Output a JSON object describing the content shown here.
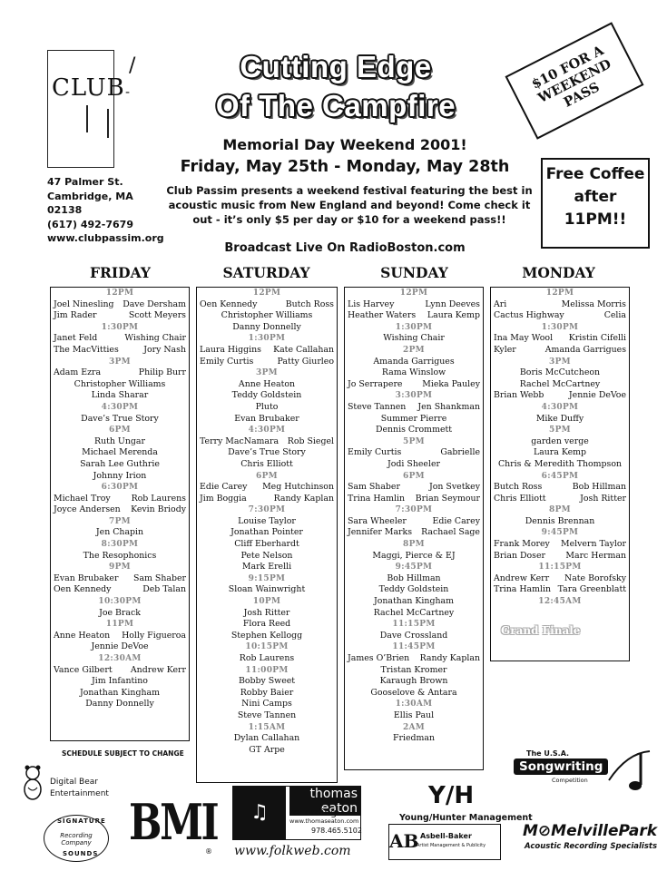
{
  "club": {
    "logo_text": "CLUB",
    "address_lines": [
      "47 Palmer St.",
      "Cambridge, MA",
      "02138",
      "(617) 492-7679",
      "www.clubpassim.org"
    ]
  },
  "header": {
    "title_line1": "Cutting Edge",
    "title_line2": "Of The Campfire",
    "event": "Memorial Day Weekend 2001!",
    "dates": "Friday, May 25th - Monday, May 28th",
    "blurb": "Club Passim presents a weekend festival featuring  the best in acoustic music from New England and beyond!  Come check it out - it’s only $5 per day or $10 for a weekend pass!!",
    "broadcast": "Broadcast Live On RadioBoston.com"
  },
  "stamp": {
    "line1": "$10 FOR A",
    "line2": "WEEKEND",
    "line3": "PASS"
  },
  "coffee": {
    "line1": "Free Coffee",
    "line2": "after",
    "line3": "11PM!!"
  },
  "days": [
    {
      "name": "FRIDAY",
      "lines": [
        {
          "k": "t",
          "a": "12PM"
        },
        {
          "k": "p",
          "a": "Joel Ninesling",
          "b": "Dave Dersham"
        },
        {
          "k": "p",
          "a": "Jim Rader",
          "b": "Scott Meyers"
        },
        {
          "k": "t",
          "a": "1:30PM"
        },
        {
          "k": "p",
          "a": "Janet Feld",
          "b": "Wishing Chair"
        },
        {
          "k": "p",
          "a": "The MacVitties",
          "b": "Jory Nash"
        },
        {
          "k": "t",
          "a": "3PM"
        },
        {
          "k": "p",
          "a": "Adam Ezra",
          "b": "Philip Burr"
        },
        {
          "k": "c",
          "a": "Christopher Williams"
        },
        {
          "k": "c",
          "a": "Linda Sharar"
        },
        {
          "k": "t",
          "a": "4:30PM"
        },
        {
          "k": "c",
          "a": "Dave’s True Story"
        },
        {
          "k": "t",
          "a": "6PM"
        },
        {
          "k": "c",
          "a": "Ruth Ungar"
        },
        {
          "k": "c",
          "a": "Michael Merenda"
        },
        {
          "k": "c",
          "a": "Sarah Lee Guthrie"
        },
        {
          "k": "c",
          "a": "Johnny Irion"
        },
        {
          "k": "t",
          "a": "6:30PM"
        },
        {
          "k": "p",
          "a": "Michael Troy",
          "b": "Rob Laurens"
        },
        {
          "k": "p",
          "a": "Joyce Andersen",
          "b": "Kevin Briody"
        },
        {
          "k": "t",
          "a": "7PM"
        },
        {
          "k": "c",
          "a": "Jen Chapin"
        },
        {
          "k": "t",
          "a": "8:30PM"
        },
        {
          "k": "c",
          "a": "The Resophonics"
        },
        {
          "k": "t",
          "a": "9PM"
        },
        {
          "k": "p",
          "a": "Evan Brubaker",
          "b": "Sam Shaber"
        },
        {
          "k": "p",
          "a": "Oen Kennedy",
          "b": "Deb Talan"
        },
        {
          "k": "t",
          "a": "10:30PM"
        },
        {
          "k": "c",
          "a": "Joe Brack"
        },
        {
          "k": "t",
          "a": "11PM"
        },
        {
          "k": "p",
          "a": "Anne Heaton",
          "b": "Holly Figueroa"
        },
        {
          "k": "c",
          "a": "Jennie DeVoe"
        },
        {
          "k": "t",
          "a": "12:30AM"
        },
        {
          "k": "p",
          "a": "Vance Gilbert",
          "b": "Andrew Kerr"
        },
        {
          "k": "c",
          "a": "Jim Infantino"
        },
        {
          "k": "c",
          "a": "Jonathan Kingham"
        },
        {
          "k": "c",
          "a": "Danny Donnelly"
        }
      ]
    },
    {
      "name": "SATURDAY",
      "lines": [
        {
          "k": "t",
          "a": "12PM"
        },
        {
          "k": "p",
          "a": "Oen Kennedy",
          "b": "Butch Ross"
        },
        {
          "k": "c",
          "a": "Christopher Williams"
        },
        {
          "k": "c",
          "a": "Danny Donnelly"
        },
        {
          "k": "t",
          "a": "1:30PM"
        },
        {
          "k": "p",
          "a": "Laura Higgins",
          "b": "Kate Callahan"
        },
        {
          "k": "p",
          "a": "Emily Curtis",
          "b": "Patty Giurleo"
        },
        {
          "k": "t",
          "a": "3PM"
        },
        {
          "k": "c",
          "a": "Anne Heaton"
        },
        {
          "k": "c",
          "a": "Teddy Goldstein"
        },
        {
          "k": "c",
          "a": "Pluto"
        },
        {
          "k": "c",
          "a": "Evan Brubaker"
        },
        {
          "k": "t",
          "a": "4:30PM"
        },
        {
          "k": "p",
          "a": "Terry MacNamara",
          "b": "Rob Siegel"
        },
        {
          "k": "c",
          "a": "Dave’s True Story"
        },
        {
          "k": "c",
          "a": "Chris Elliott"
        },
        {
          "k": "t",
          "a": "6PM"
        },
        {
          "k": "p",
          "a": "Edie Carey",
          "b": "Meg Hutchinson"
        },
        {
          "k": "p",
          "a": "Jim Boggia",
          "b": "Randy Kaplan"
        },
        {
          "k": "t",
          "a": "7:30PM"
        },
        {
          "k": "c",
          "a": "Louise Taylor"
        },
        {
          "k": "c",
          "a": "Jonathan Pointer"
        },
        {
          "k": "c",
          "a": "Cliff Eberhardt"
        },
        {
          "k": "c",
          "a": "Pete Nelson"
        },
        {
          "k": "c",
          "a": "Mark Erelli"
        },
        {
          "k": "t",
          "a": "9:15PM"
        },
        {
          "k": "c",
          "a": "Sloan Wainwright"
        },
        {
          "k": "t",
          "a": "10PM"
        },
        {
          "k": "c",
          "a": "Josh Ritter"
        },
        {
          "k": "c",
          "a": "Flora Reed"
        },
        {
          "k": "c",
          "a": "Stephen Kellogg"
        },
        {
          "k": "t",
          "a": "10:15PM"
        },
        {
          "k": "c",
          "a": "Rob Laurens"
        },
        {
          "k": "t",
          "a": "11:00PM"
        },
        {
          "k": "c",
          "a": "Bobby Sweet"
        },
        {
          "k": "c",
          "a": "Robby Baier"
        },
        {
          "k": "c",
          "a": "Nini Camps"
        },
        {
          "k": "c",
          "a": "Steve Tannen"
        },
        {
          "k": "t",
          "a": "1:15AM"
        },
        {
          "k": "c",
          "a": "Dylan Callahan"
        },
        {
          "k": "c",
          "a": "GT Arpe"
        }
      ]
    },
    {
      "name": "SUNDAY",
      "lines": [
        {
          "k": "t",
          "a": "12PM"
        },
        {
          "k": "p",
          "a": "Lis Harvey",
          "b": "Lynn Deeves"
        },
        {
          "k": "p",
          "a": "Heather Waters",
          "b": "Laura Kemp"
        },
        {
          "k": "t",
          "a": "1:30PM"
        },
        {
          "k": "c",
          "a": "Wishing Chair"
        },
        {
          "k": "t",
          "a": "2PM"
        },
        {
          "k": "c",
          "a": "Amanda Garrigues"
        },
        {
          "k": "c",
          "a": "Rama Winslow"
        },
        {
          "k": "p",
          "a": "Jo Serrapere",
          "b": "Mieka Pauley"
        },
        {
          "k": "t",
          "a": "3:30PM"
        },
        {
          "k": "p",
          "a": "Steve Tannen",
          "b": "Jen Shankman"
        },
        {
          "k": "c",
          "a": "Summer Pierre"
        },
        {
          "k": "c",
          "a": "Dennis Crommett"
        },
        {
          "k": "t",
          "a": "5PM"
        },
        {
          "k": "p",
          "a": "Emily Curtis",
          "b": "Gabrielle"
        },
        {
          "k": "c",
          "a": "Jodi Sheeler"
        },
        {
          "k": "t",
          "a": "6PM"
        },
        {
          "k": "p",
          "a": "Sam Shaber",
          "b": "Jon Svetkey"
        },
        {
          "k": "p",
          "a": "Trina Hamlin",
          "b": "Brian Seymour"
        },
        {
          "k": "t",
          "a": "7:30PM"
        },
        {
          "k": "p",
          "a": "Sara Wheeler",
          "b": "Edie Carey"
        },
        {
          "k": "p",
          "a": "Jennifer Marks",
          "b": "Rachael Sage"
        },
        {
          "k": "t",
          "a": "8PM"
        },
        {
          "k": "c",
          "a": "Maggi, Pierce & EJ"
        },
        {
          "k": "t",
          "a": "9:45PM"
        },
        {
          "k": "c",
          "a": "Bob Hillman"
        },
        {
          "k": "c",
          "a": "Teddy Goldstein"
        },
        {
          "k": "c",
          "a": "Jonathan Kingham"
        },
        {
          "k": "c",
          "a": "Rachel McCartney"
        },
        {
          "k": "t",
          "a": "11:15PM"
        },
        {
          "k": "c",
          "a": "Dave Crossland"
        },
        {
          "k": "t",
          "a": "11:45PM"
        },
        {
          "k": "p",
          "a": "James O’Brien",
          "b": "Randy Kaplan"
        },
        {
          "k": "c",
          "a": "Tristan Kromer"
        },
        {
          "k": "c",
          "a": "Karaugh Brown"
        },
        {
          "k": "c",
          "a": "Gooselove & Antara"
        },
        {
          "k": "t",
          "a": "1:30AM"
        },
        {
          "k": "c",
          "a": "Ellis Paul"
        },
        {
          "k": "t",
          "a": "2AM"
        },
        {
          "k": "c",
          "a": "Friedman"
        }
      ]
    },
    {
      "name": "MONDAY",
      "lines": [
        {
          "k": "t",
          "a": "12PM"
        },
        {
          "k": "p",
          "a": "Ari",
          "b": "Melissa Morris"
        },
        {
          "k": "p",
          "a": "Cactus Highway",
          "b": "Celia"
        },
        {
          "k": "t",
          "a": "1:30PM"
        },
        {
          "k": "p",
          "a": "Ina May Wool",
          "b": "Kristin Cifelli"
        },
        {
          "k": "p",
          "a": "Kyler",
          "b": "Amanda Garrigues"
        },
        {
          "k": "t",
          "a": "3PM"
        },
        {
          "k": "c",
          "a": "Boris McCutcheon"
        },
        {
          "k": "c",
          "a": "Rachel McCartney"
        },
        {
          "k": "p",
          "a": "Brian Webb",
          "b": "Jennie DeVoe"
        },
        {
          "k": "t",
          "a": "4:30PM"
        },
        {
          "k": "c",
          "a": "Mike Duffy"
        },
        {
          "k": "t",
          "a": "5PM"
        },
        {
          "k": "c",
          "a": "garden verge"
        },
        {
          "k": "c",
          "a": "Laura Kemp"
        },
        {
          "k": "c",
          "a": "Chris & Meredith Thompson"
        },
        {
          "k": "t",
          "a": "6:45PM"
        },
        {
          "k": "p",
          "a": "Butch Ross",
          "b": "Bob Hillman"
        },
        {
          "k": "p",
          "a": "Chris Elliott",
          "b": "Josh Ritter"
        },
        {
          "k": "t",
          "a": "8PM"
        },
        {
          "k": "c",
          "a": "Dennis Brennan"
        },
        {
          "k": "t",
          "a": "9:45PM"
        },
        {
          "k": "p",
          "a": "Frank Morey",
          "b": "Melvern Taylor"
        },
        {
          "k": "p",
          "a": "Brian Doser",
          "b": "Marc Herman"
        },
        {
          "k": "t",
          "a": "11:15PM"
        },
        {
          "k": "p",
          "a": "Andrew Kerr",
          "b": "Nate Borofsky"
        },
        {
          "k": "p",
          "a": "Trina Hamlin",
          "b": "Tara Greenblatt"
        },
        {
          "k": "t",
          "a": "12:45AM"
        }
      ]
    }
  ],
  "grand_finale": "Grand Finale",
  "schedule_note": "SCHEDULE SUBJECT TO CHANGE",
  "sponsors": {
    "digital_bear_1": "Digital Bear",
    "digital_bear_2": "Entertainment",
    "signature": "Recording Company",
    "signature_top": "SIGNATURE",
    "signature_bottom": "SOUNDS",
    "bmi": "BMI",
    "thomas_eaton_1": "thomas",
    "thomas_eaton_2": "eaton",
    "thomas_eaton_3": "recording",
    "thomas_eaton_web": "www.thomaseaton.com",
    "thomas_eaton_phone": "978.465.5102",
    "folkweb": "www.folkweb.com",
    "yh_logo": "Y/H",
    "yh_text": "Young/Hunter Management",
    "ab_name": "Asbell-Baker",
    "ab_sub": "Artist Management & Publicity",
    "song_usa": "The U.S.A.",
    "song_main": "Songwriting",
    "song_comp": "Competition",
    "melville": "MelvillePark",
    "melville_sub": "Acoustic Recording Specialists"
  }
}
